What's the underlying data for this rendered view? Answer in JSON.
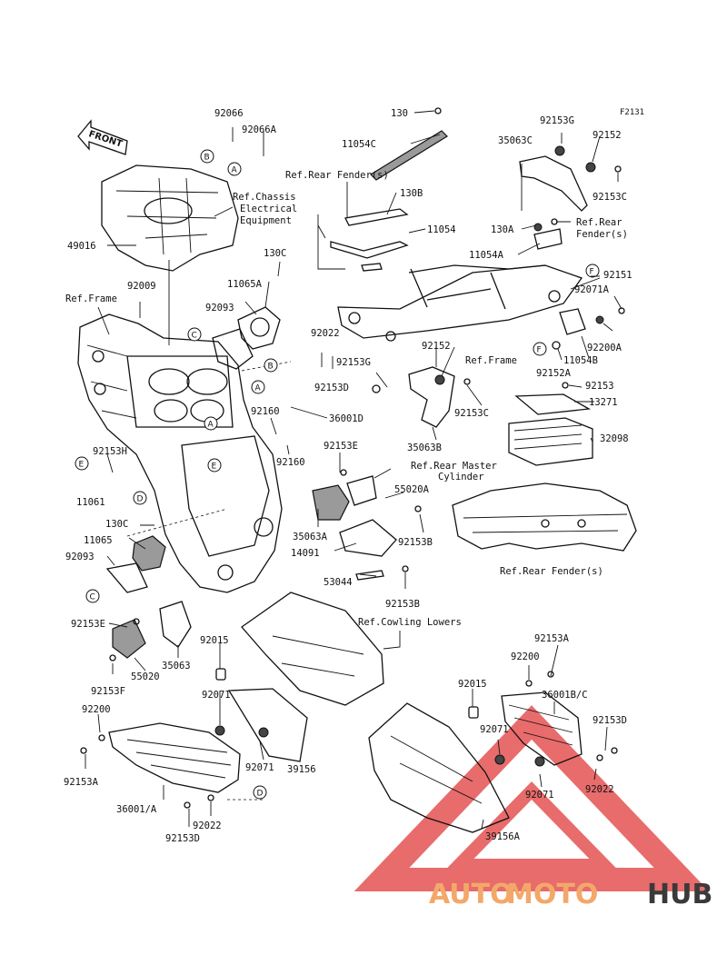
{
  "diagram": {
    "code": "F2131",
    "front_label": "FRONT",
    "parts": {
      "p92066": "92066",
      "p92066a": "92066A",
      "p49016": "49016",
      "p130c_top": "130C",
      "p11065a": "11065A",
      "p92093_top": "92093",
      "p92009": "92009",
      "p92022_top": "92022",
      "p92153d_top": "92153D",
      "p92153g": "92153G",
      "p92160_a": "92160",
      "p92160_b": "92160",
      "p36001d": "36001D",
      "p92153h": "92153H",
      "p11061": "11061",
      "p92153e_mid": "92153E",
      "p35063a": "35063A",
      "p14091": "14091",
      "p53044": "53044",
      "p130c_low": "130C",
      "p11065": "11065",
      "p92093_low": "92093",
      "p92153e_low": "92153E",
      "p35063": "35063",
      "p55020": "55020",
      "p92153f": "92153F",
      "p92015_left": "92015",
      "p92071_left": "92071",
      "p92200_left": "92200",
      "p92153a_left": "92153A",
      "p36001a": "36001/A",
      "p92071_left2": "92071",
      "p39156": "39156",
      "p92022_left": "92022",
      "p92153d_left": "92153D",
      "p130": "130",
      "p11054c": "11054C",
      "p130b": "130B",
      "p11054": "11054",
      "p35063c": "35063C",
      "p92153g_right": "92153G",
      "p92152_top": "92152",
      "p92153c_top": "92153C",
      "p130a": "130A",
      "p11054a": "11054A",
      "p92151": "92151",
      "p92071a": "92071A",
      "p92200a": "92200A",
      "p11054b": "11054B",
      "p92152a": "92152A",
      "p92152_mid": "92152",
      "p92153c_mid": "92153C",
      "p35063b": "35063B",
      "p92153_right": "92153",
      "p13271": "13271",
      "p32098": "32098",
      "p55020a": "55020A",
      "p92153b_a": "92153B",
      "p92153b_b": "92153B",
      "p92153a_right": "92153A",
      "p92200_right": "92200",
      "p92015_right": "92015",
      "p36001bc": "36001B/C",
      "p92153d_right": "92153D",
      "p92071_right": "92071",
      "p92071_right2": "92071",
      "p92022_right": "92022",
      "p39156a": "39156A"
    },
    "refs": {
      "rear_fender_s": "Ref.Rear Fender(s)",
      "chassis_1": "Ref.Chassis",
      "chassis_2": "Electrical",
      "chassis_3": "Equipment",
      "frame_left": "Ref.Frame",
      "frame_mid": "Ref.Frame",
      "rear_fender_right_1": "Ref.Rear",
      "rear_fender_right_2": "Fender(s)",
      "rear_master_1": "Ref.Rear Master",
      "rear_master_2": "Cylinder",
      "rear_fender_bottom": "Ref.Rear Fender(s)",
      "cowling_lowers": "Ref.Cowling Lowers"
    },
    "markers": {
      "a": "A",
      "b": "B",
      "c": "C",
      "d": "D",
      "e": "E",
      "f": "F"
    }
  },
  "watermark": {
    "part1": "AUTO",
    "part2": "MOTO",
    "part3": "HUB",
    "color_orange": "#f3a86a",
    "color_dark": "#3a3a3a",
    "color_red": "#e34848"
  }
}
